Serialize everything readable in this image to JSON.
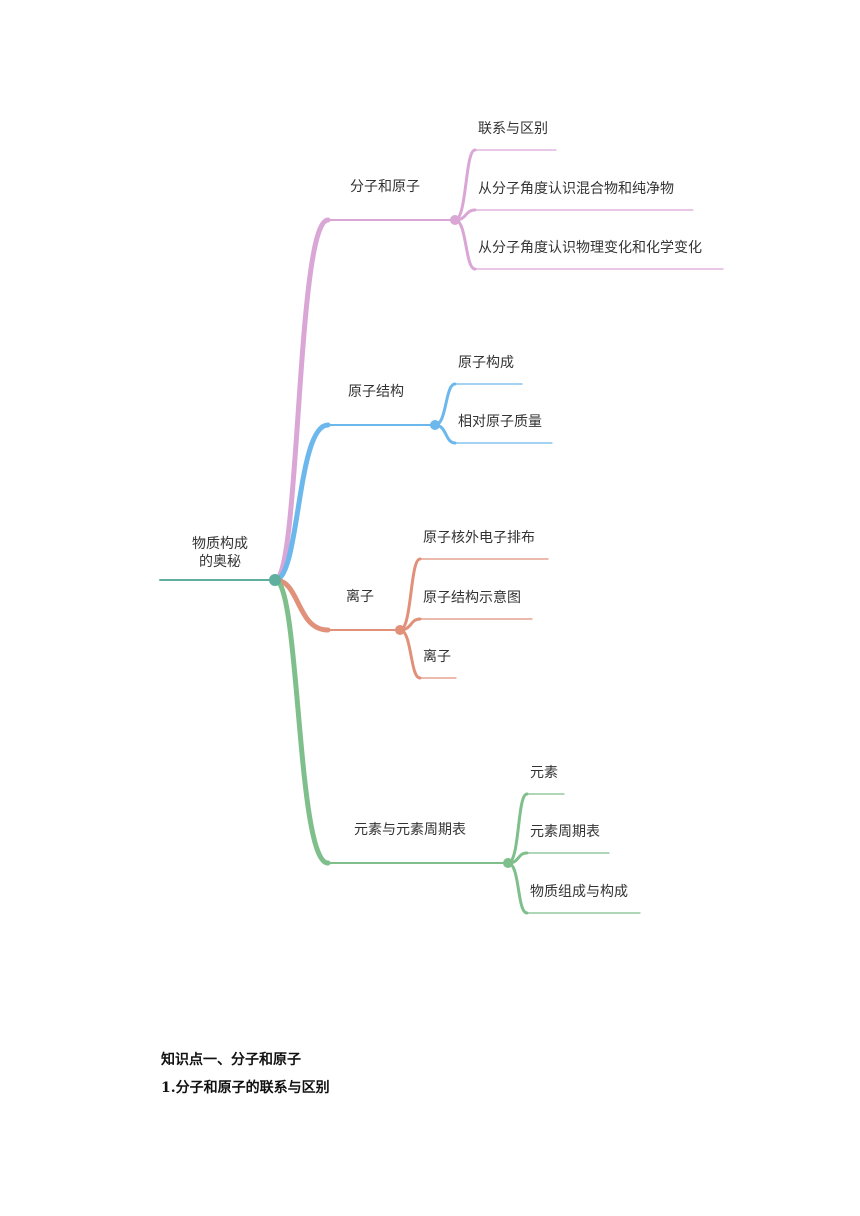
{
  "mindmap": {
    "root": {
      "line1": "物质构成",
      "line2": "的奥秘",
      "color": "#5fae9e"
    },
    "branches": [
      {
        "label": "分子和原子",
        "color": "#d9a6d6",
        "children": [
          "联系与区别",
          "从分子角度认识混合物和纯净物",
          "从分子角度认识物理变化和化学变化"
        ]
      },
      {
        "label": "原子结构",
        "color": "#6cb7ec",
        "children": [
          "原子构成",
          "相对原子质量"
        ]
      },
      {
        "label": "离子",
        "color": "#e1907a",
        "children": [
          "原子核外电子排布",
          "原子结构示意图",
          "离子"
        ]
      },
      {
        "label": "元素与元素周期表",
        "color": "#7fbf8c",
        "children": [
          "元素",
          "元素周期表",
          "物质组成与构成"
        ]
      }
    ]
  },
  "document": {
    "heading1": "知识点一、分子和原子",
    "heading2": "1.分子和原子的联系与区别"
  }
}
